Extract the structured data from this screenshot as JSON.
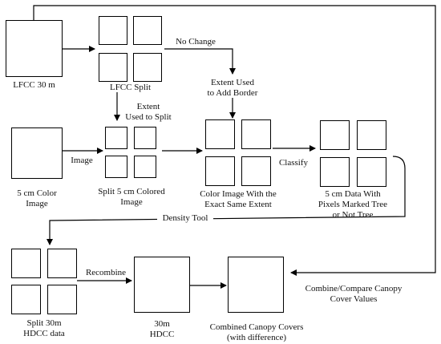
{
  "nodes": {
    "lfcc30": "LFCC 30 m",
    "lfcc_split": "LFCC Split",
    "color5": [
      "5 cm Color",
      "Image"
    ],
    "split5": [
      "Split 5 cm Colored",
      "Image"
    ],
    "color_same_extent": [
      "Color Image With the",
      "Exact Same Extent"
    ],
    "data5": [
      "5 cm Data With",
      "Pixels Marked Tree",
      "or Not Tree"
    ],
    "split30_hdcc": [
      "Split 30m",
      "HDCC data"
    ],
    "hdcc30": [
      "30m",
      "HDCC"
    ],
    "combined": [
      "Combined Canopy Covers",
      "(with difference)"
    ]
  },
  "edges": {
    "no_change": "No Change",
    "extent_border": [
      "Extent Used",
      "to Add Border"
    ],
    "extent_split": [
      "Extent",
      "Used to Split"
    ],
    "image": "Image",
    "classify": "Classify",
    "density_tool": "Density Tool",
    "recombine": "Recombine",
    "combine_compare": [
      "Combine/Compare Canopy",
      "Cover Values"
    ]
  }
}
